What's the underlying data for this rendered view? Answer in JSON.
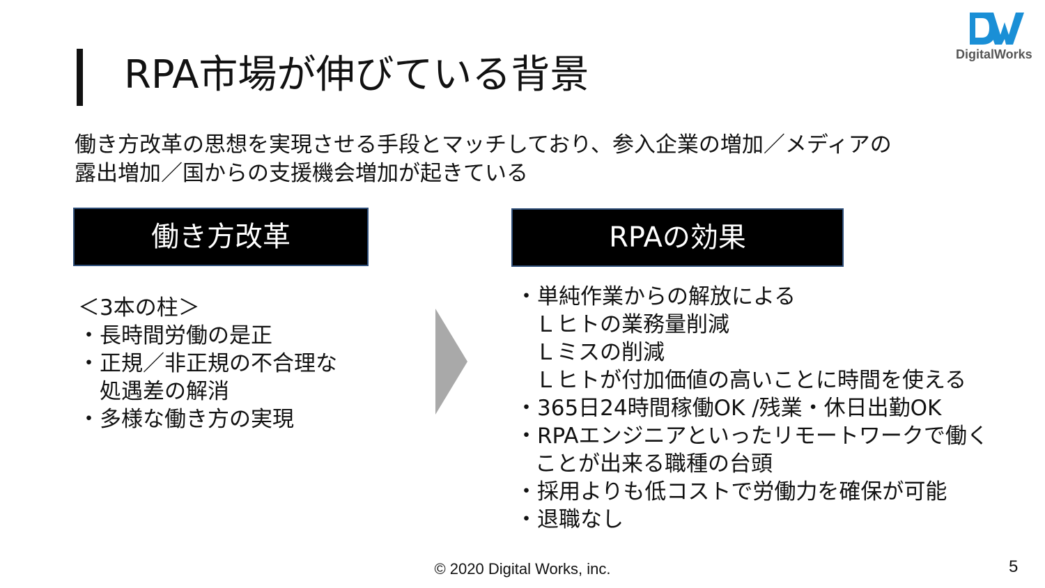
{
  "slide": {
    "title": "RPA市場が伸びている背景",
    "logo_text": "DigitalWorks",
    "subtitle_lines": [
      "働き方改革の思想を実現させる手段とマッチしており、参入企業の増加／メディアの",
      "露出増加／国からの支援機会増加が起きている"
    ],
    "left_box_label": "働き方改革",
    "right_box_label": "RPAの効果",
    "left_items": [
      "＜3本の柱＞",
      "・長時間労働の是正",
      "・正規／非正規の不合理な",
      "　処遇差の解消",
      "・多様な働き方の実現"
    ],
    "right_items": [
      "・単純作業からの解放による",
      "Ｌヒトの業務量削減",
      "Ｌミスの削減",
      "Ｌヒトが付加価値の高いことに時間を使える",
      "・365日24時間稼働OK /残業・休日出勤OK",
      "・RPAエンジニアといったリモートワークで働く",
      "ことが出来る職種の台頭",
      "・採用よりも低コストで労働力を確保が可能",
      "・退職なし"
    ],
    "footer": "© 2020 Digital Works, inc.",
    "page_number": "5",
    "colors": {
      "logo_blue": "#1a8fd6",
      "arrow_gray": "#a9a9a9",
      "box_border": "#2f4f7a"
    }
  }
}
